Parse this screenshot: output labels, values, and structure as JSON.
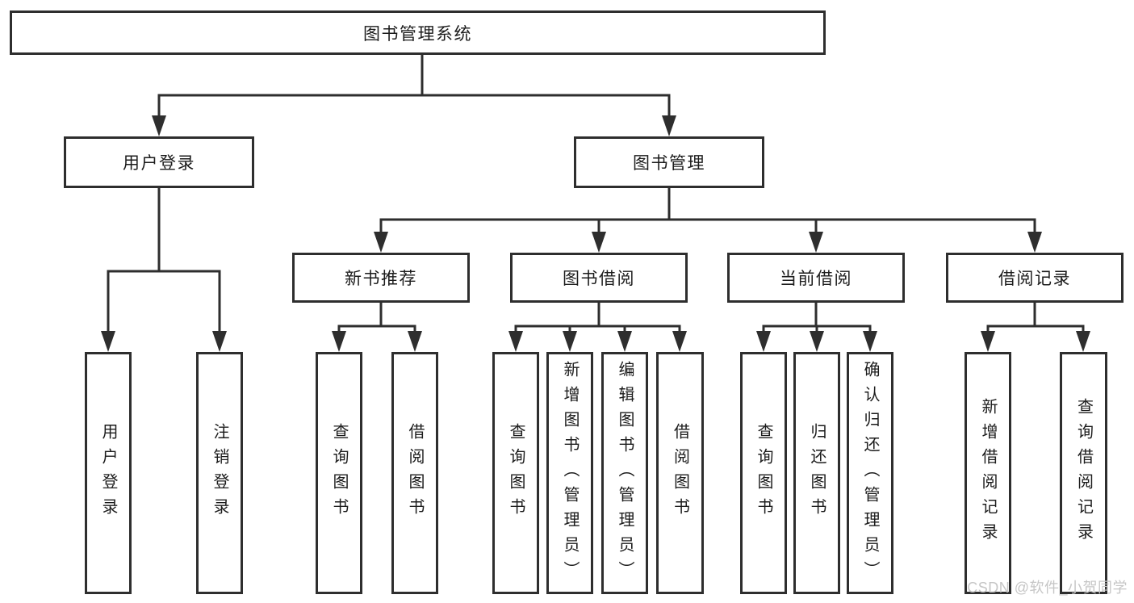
{
  "colors": {
    "line": "#2e2e2e",
    "box-border": "#2e2e2e",
    "text": "#1c1c1c",
    "watermark": "#c6c6c6",
    "bg": "#ffffff"
  },
  "diagram": {
    "root": {
      "label": "图书管理系统"
    },
    "branches": {
      "user_login": {
        "label": "用户登录",
        "children": {
          "login": "用户登录",
          "logout": "注销登录"
        }
      },
      "book_management": {
        "label": "图书管理",
        "sections": {
          "new_book_recommend": {
            "label": "新书推荐",
            "children": {
              "query_books": "查询图书",
              "borrow_books": "借阅图书"
            }
          },
          "book_borrowing": {
            "label": "图书借阅",
            "children": {
              "query_books": "查询图书",
              "add_books_admin": "新增图书（管理员）",
              "edit_books_admin": "编辑图书（管理员）",
              "borrow_books": "借阅图书"
            }
          },
          "current_borrowing": {
            "label": "当前借阅",
            "children": {
              "query_books": "查询图书",
              "return_books": "归还图书",
              "confirm_return_admin": "确认归还（管理员）"
            }
          },
          "borrow_records": {
            "label": "借阅记录",
            "children": {
              "add_borrow_record": "新增借阅记录",
              "query_borrow_record": "查询借阅记录"
            }
          }
        }
      }
    }
  },
  "watermark": "CSDN @软件_小贺同学"
}
